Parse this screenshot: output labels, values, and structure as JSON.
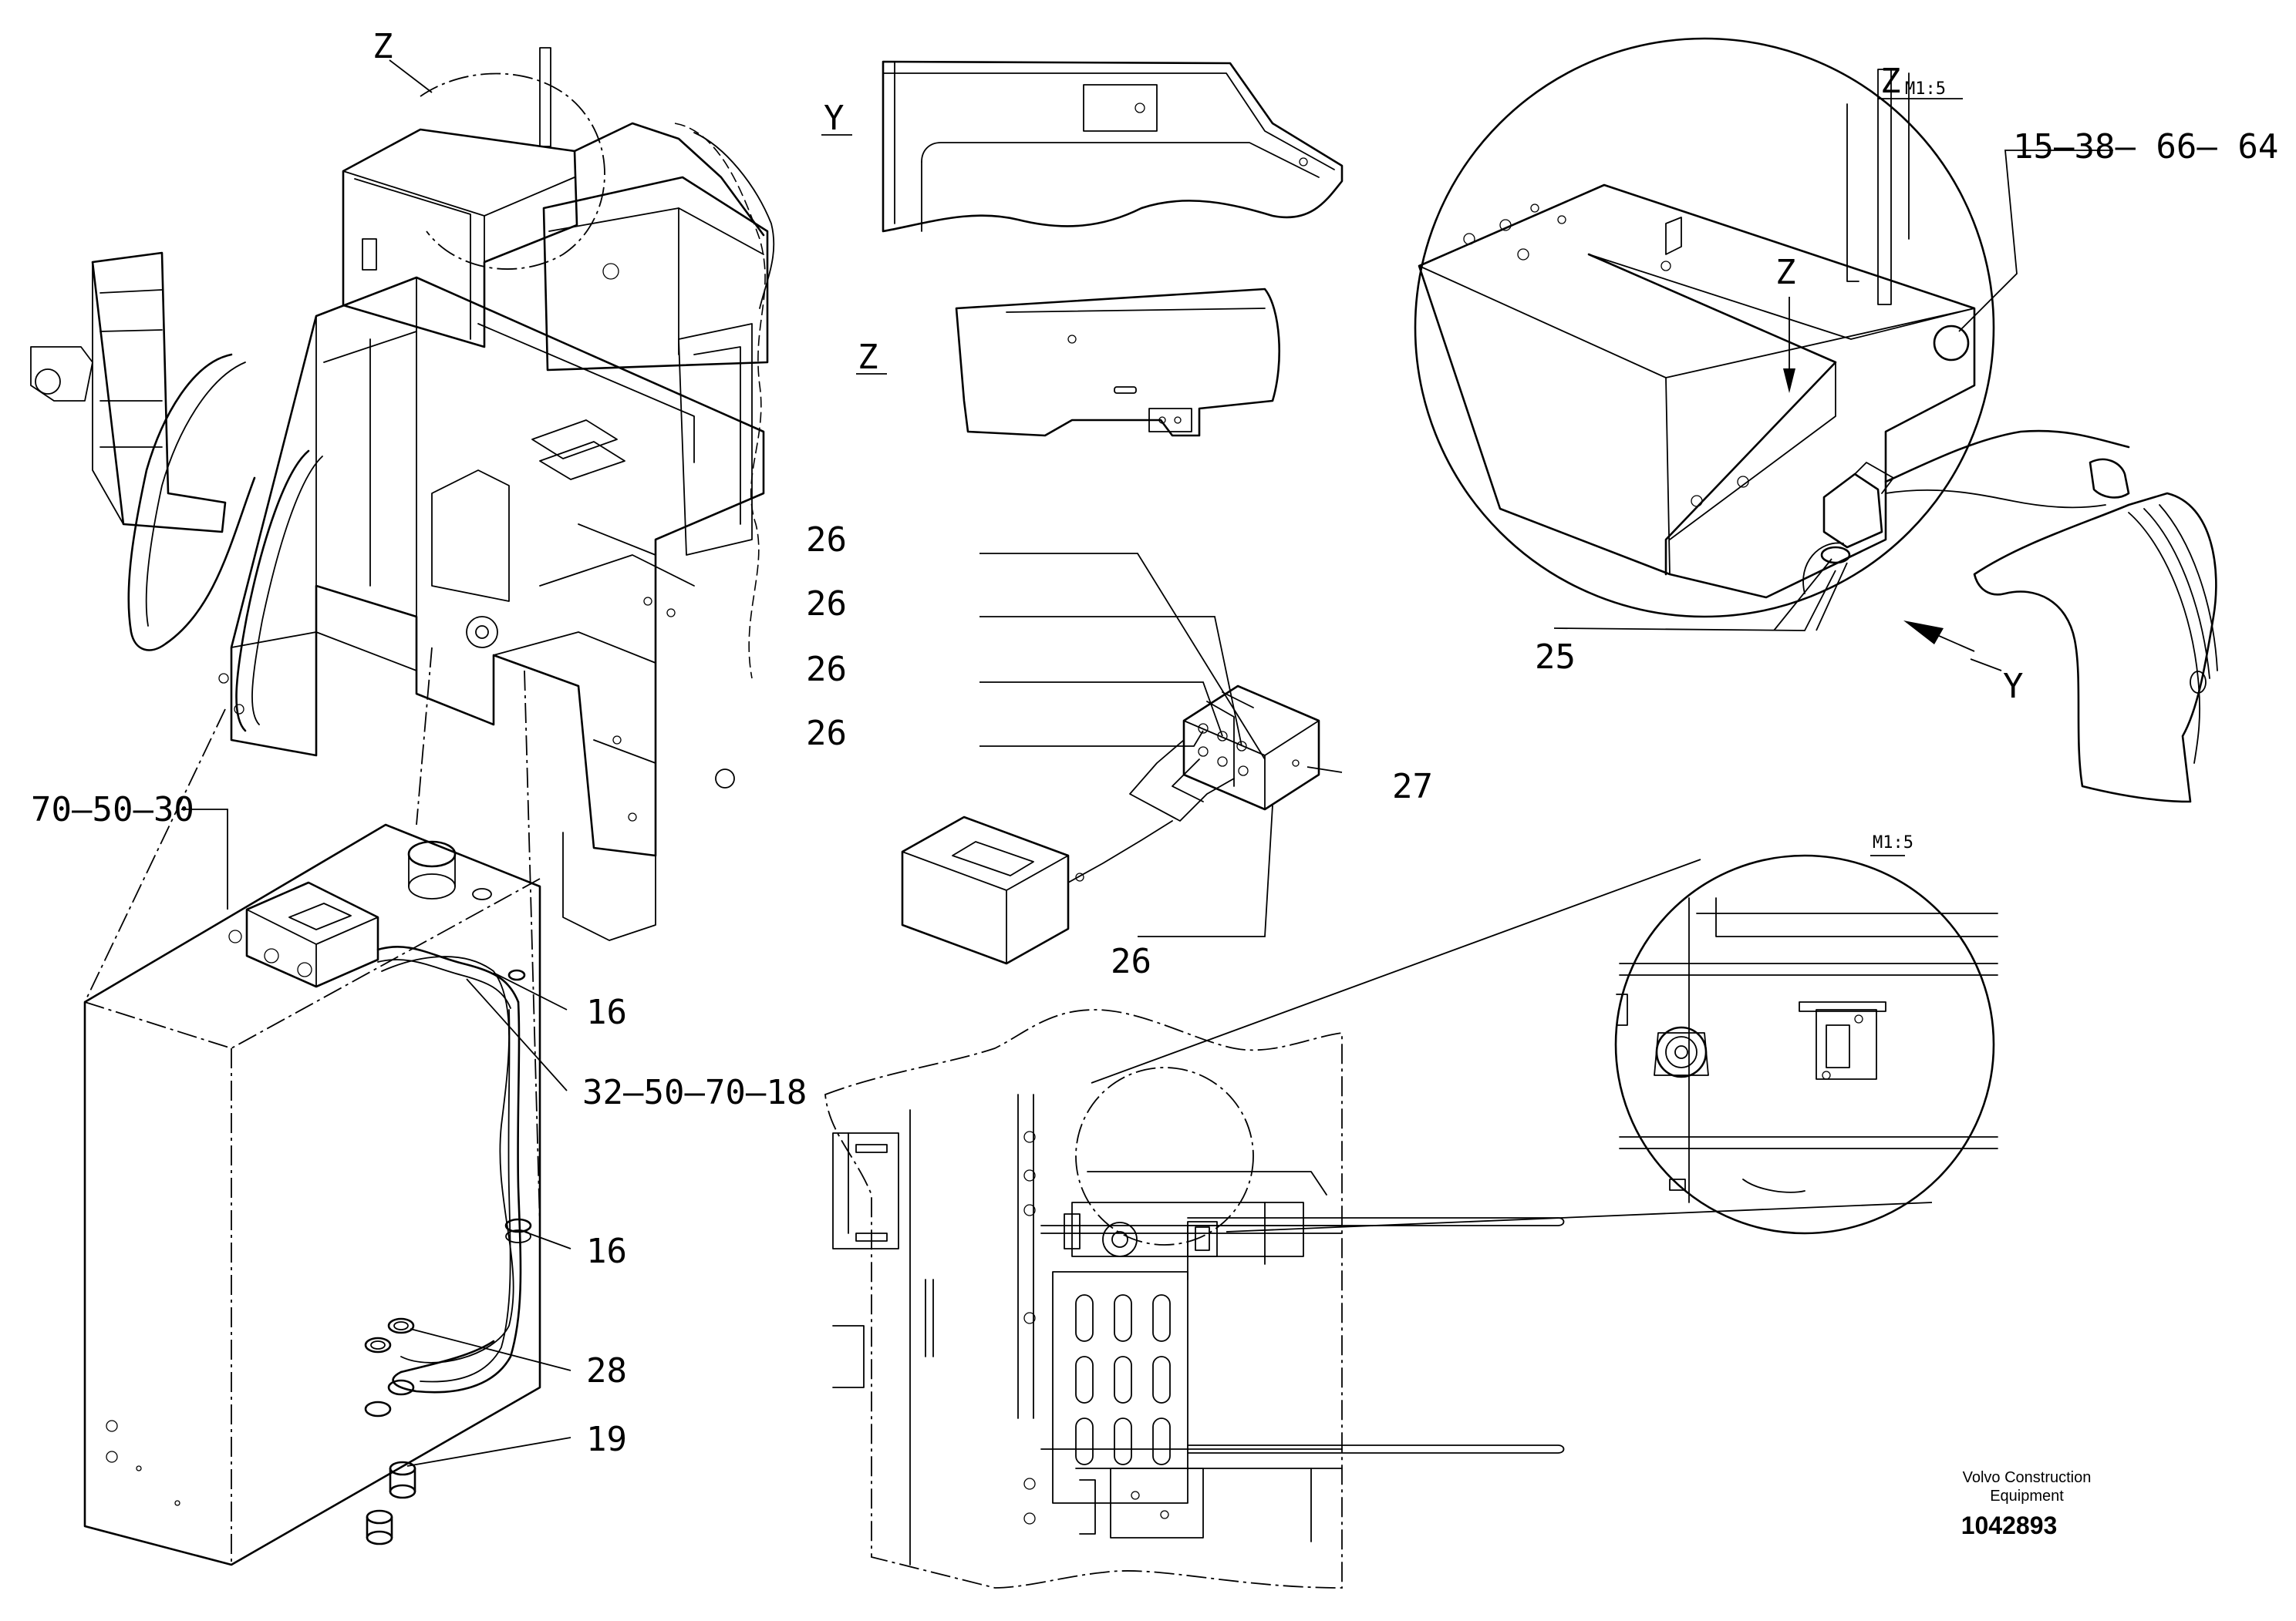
{
  "callouts": {
    "z_top": "Z",
    "y_view": "Y",
    "z_view": "Z",
    "z_detail": "Z",
    "z_scale": "M1:5",
    "m15_scale": "M1:5",
    "c_15_38_66_64": "15–38– 66– 64",
    "c_z_arrow": "Z",
    "c_25": "25",
    "c_y_arrow": "Y",
    "c_26_a": "26",
    "c_26_b": "26",
    "c_26_c": "26",
    "c_26_d": "26",
    "c_26_e": "26",
    "c_27": "27",
    "c_70_50_30": "70–50–30",
    "c_16_a": "16",
    "c_32_50_70_18": "32–50–70–18",
    "c_16_b": "16",
    "c_28": "28",
    "c_19": "19"
  },
  "title_block": {
    "brand_line1": "Volvo Construction",
    "brand_line2": "Equipment",
    "drawing_number": "1042893"
  }
}
